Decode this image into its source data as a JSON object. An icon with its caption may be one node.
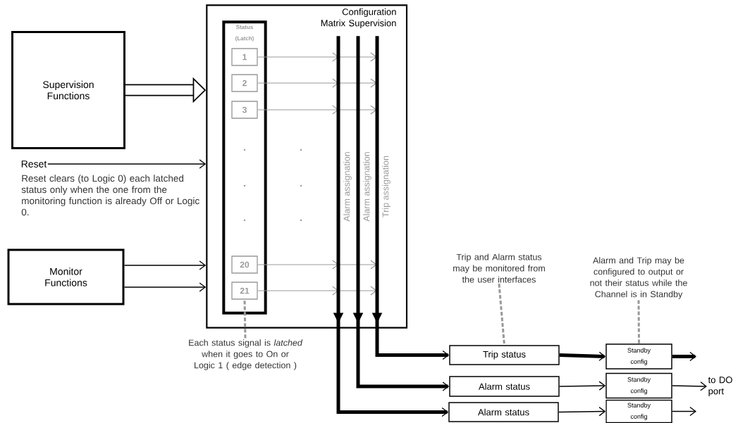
{
  "diagram": {
    "nodes": [
      {
        "text": [
          "Supervision Functions"
        ]
      },
      {
        "text": [
          "Reset"
        ]
      },
      {
        "text": [
          "Configuration Matrix Supervision"
        ]
      },
      {
        "text": [
          "Status (Latch)"
        ],
        "in": 2
      },
      {
        "text": [
          "1"
        ],
        "in": 3
      },
      {
        "text": [
          "2"
        ],
        "in": 3
      },
      {
        "text": [
          "3"
        ],
        "in": 3
      },
      {
        "text": [
          "20"
        ],
        "in": 3
      },
      {
        "text": [
          "21"
        ],
        "in": 3
      },
      {
        "text": [
          "Monitor Functions"
        ]
      },
      {
        "text": [
          "Each status signal is *latched* when it goes to On or Logic 1 ( edge detection )"
        ]
      },
      {
        "text": [
          "Trip and Alarm status may be monitored from the user interfaces"
        ]
      },
      {
        "text": [
          "Alarm and Trip may be configured to output or not their status while the Channel is in Standby"
        ]
      },
      {
        "text": [
          "Trip status"
        ]
      },
      {
        "text": [
          "Alarm status"
        ]
      },
      {
        "text": [
          "Alarm status"
        ]
      },
      {
        "text": [
          "Standby config"
        ]
      },
      {
        "text": [
          "Standby config"
        ]
      },
      {
        "text": [
          "Standby config"
        ]
      },
      {
        "text": [
          "to DO port"
        ]
      }
    ],
    "edges": [
      {
        "from": 0,
        "to": 2,
        "arrow": "to",
        "style": "thick"
      },
      {
        "from": 1,
        "to": 2,
        "arrow": "to"
      },
      {
        "from": 9,
        "to": 2,
        "arrow": "to"
      },
      {
        "from": 9,
        "to": 2,
        "arrow": "to"
      },
      {
        "from": 4,
        "to": null,
        "arrow": "to",
        "color": "#999999"
      },
      {
        "from": 5,
        "to": null,
        "arrow": "to",
        "color": "#999999"
      },
      {
        "from": 6,
        "to": null,
        "arrow": "to",
        "color": "#999999"
      },
      {
        "from": 7,
        "to": null,
        "arrow": "to",
        "color": "#999999"
      },
      {
        "from": 8,
        "to": null,
        "arrow": "to",
        "color": "#999999"
      },
      {
        "from": 2,
        "to": 15,
        "arrow": "to",
        "style": "thick",
        "label": "Alarm assignation"
      },
      {
        "from": 2,
        "to": 14,
        "arrow": "to",
        "style": "thick",
        "label": "Alarm assignation"
      },
      {
        "from": 2,
        "to": 13,
        "arrow": "to",
        "style": "thick",
        "label": "Trip assignation"
      },
      {
        "from": 10,
        "to": 8,
        "arrow": "none",
        "style": "dashed",
        "color": "#999999"
      },
      {
        "from": 11,
        "to": 13,
        "arrow": "none",
        "style": "dashed",
        "color": "#999999"
      },
      {
        "from": 12,
        "to": 16,
        "arrow": "none",
        "style": "dashed",
        "color": "#999999"
      },
      {
        "from": 13,
        "to": 16,
        "arrow": "to",
        "style": "thick"
      },
      {
        "from": 14,
        "to": 17,
        "arrow": "to"
      },
      {
        "from": 15,
        "to": 18,
        "arrow": "to"
      },
      {
        "from": 16,
        "to": null,
        "arrow": "to",
        "style": "thick"
      },
      {
        "from": 17,
        "to": 19,
        "arrow": "to"
      },
      {
        "from": 18,
        "to": null,
        "arrow": "to"
      }
    ],
    "labels": [
      "Reset clears (to Logic 0) each latched status only when the one from the monitoring function is already Off or Logic 0."
    ]
  }
}
